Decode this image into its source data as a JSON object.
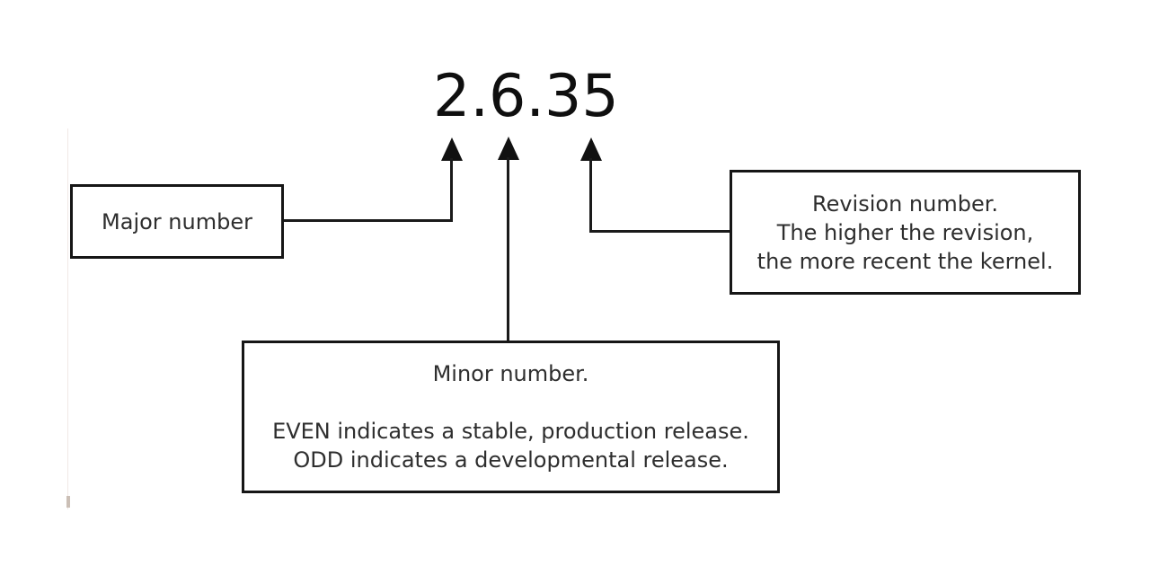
{
  "diagram": {
    "version": "2.6.35",
    "major_box": {
      "label": "Major number"
    },
    "minor_box": {
      "title": "Minor number.",
      "line_even": "EVEN indicates a stable, production release.",
      "line_odd": "ODD indicates a developmental release."
    },
    "revision_box": {
      "line1": "Revision number.",
      "line2": "The higher the revision,",
      "line3": "the more recent the kernel."
    },
    "colors": {
      "stroke": "#1a1a1a",
      "border": "#161616",
      "text": "#2e2e2e",
      "title": "#0f0f0f",
      "background": "#ffffff"
    }
  }
}
